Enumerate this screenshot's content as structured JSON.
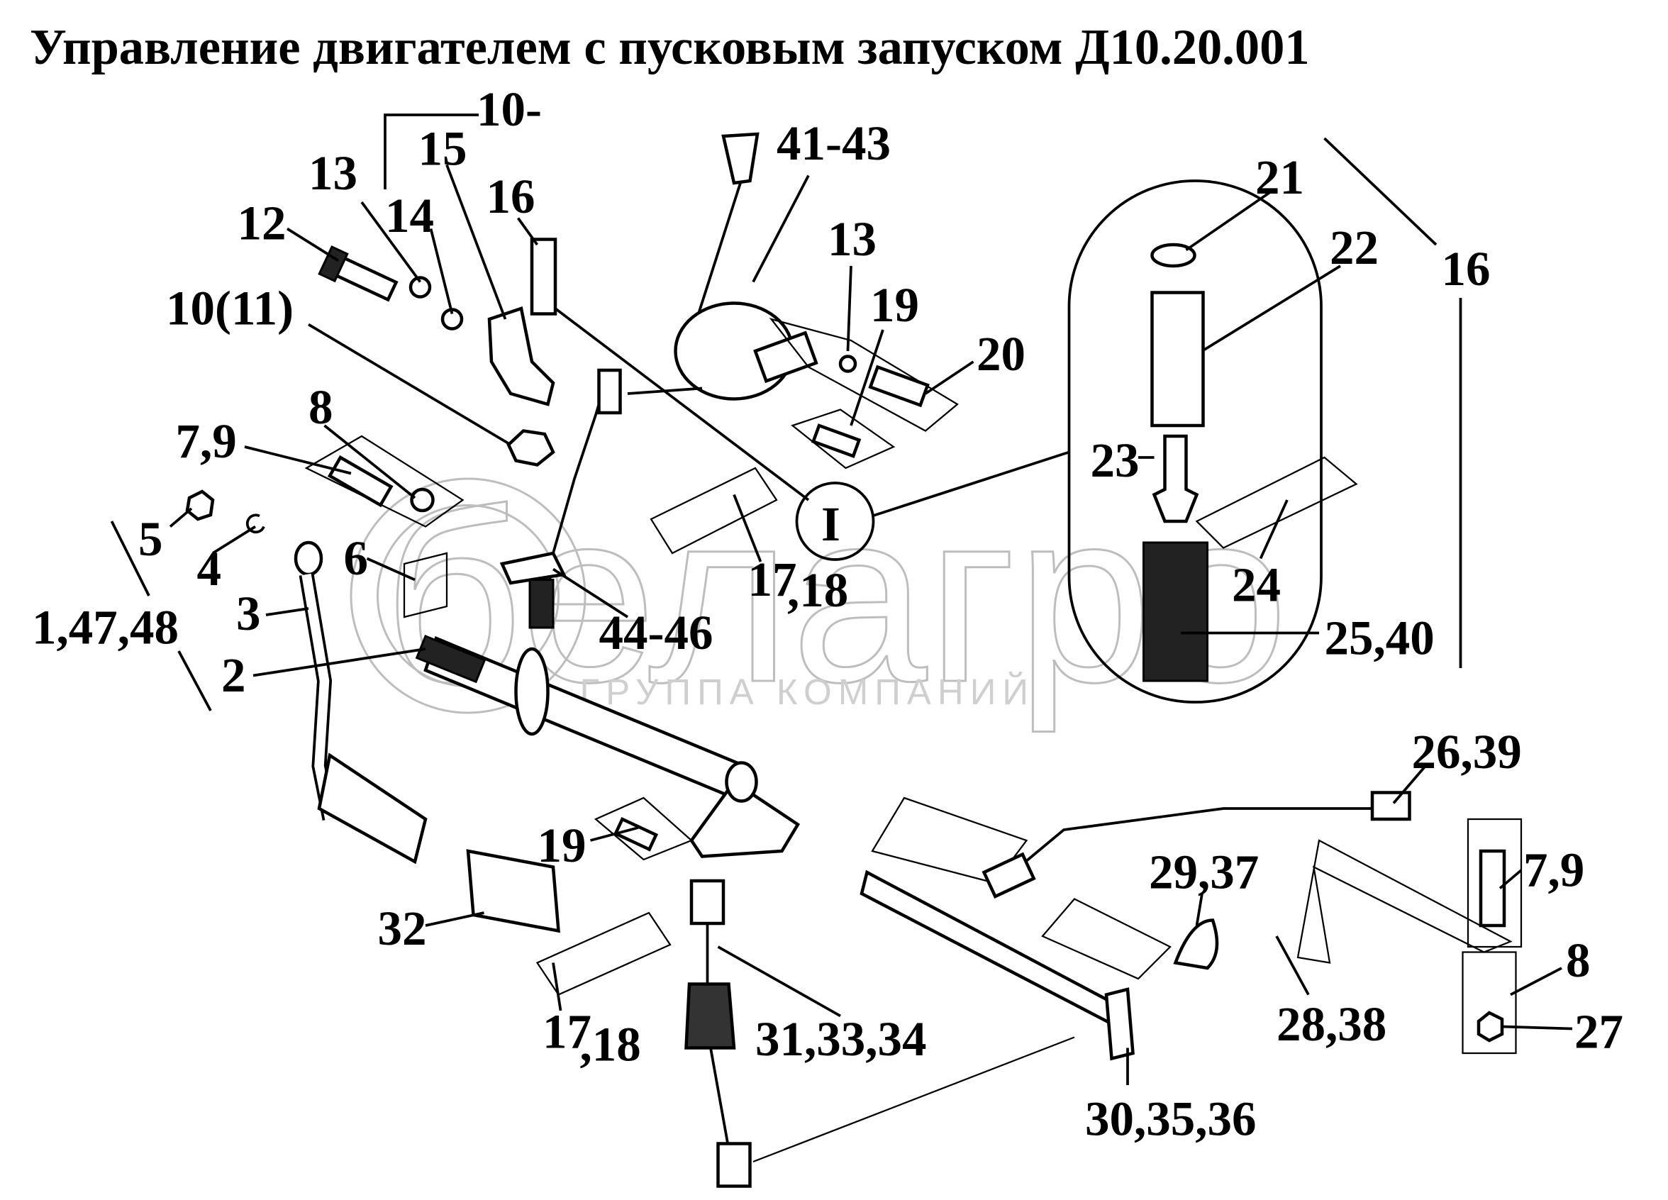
{
  "title": "Управление двигателем с пусковым запуском Д10.20.001",
  "watermark": {
    "brand": "белагро",
    "subtitle": "ГРУППА КОМПАНИЙ"
  },
  "callouts": {
    "c10": "10-",
    "c15": "15",
    "c13a": "13",
    "c14": "14",
    "c16a": "16",
    "c12": "12",
    "c10_11": "10(11)",
    "c41_43": "41-43",
    "c13b": "13",
    "c19a": "19",
    "c20": "20",
    "c21": "21",
    "c22": "22",
    "c16b": "16",
    "c8a": "8",
    "c79a": "7,9",
    "c5": "5",
    "c4": "4",
    "c6": "6",
    "c3": "3",
    "c1_47_48": "1,47,48",
    "c2": "2",
    "cI": "I",
    "c17a": "17",
    "c18a": ",18",
    "c44_46": "44-46",
    "c23": "23",
    "c24": "24",
    "c25_40": "25,40",
    "c26_39": "26,39",
    "c19b": "19",
    "c32": "32",
    "c29_37": "29,37",
    "c79b": "7,9",
    "c8b": "8",
    "c27": "27",
    "c28_38": "28,38",
    "c17b": "17",
    "c18b": ",18",
    "c31_33_34": "31,33,34",
    "c30_35_36": "30,35,36"
  }
}
